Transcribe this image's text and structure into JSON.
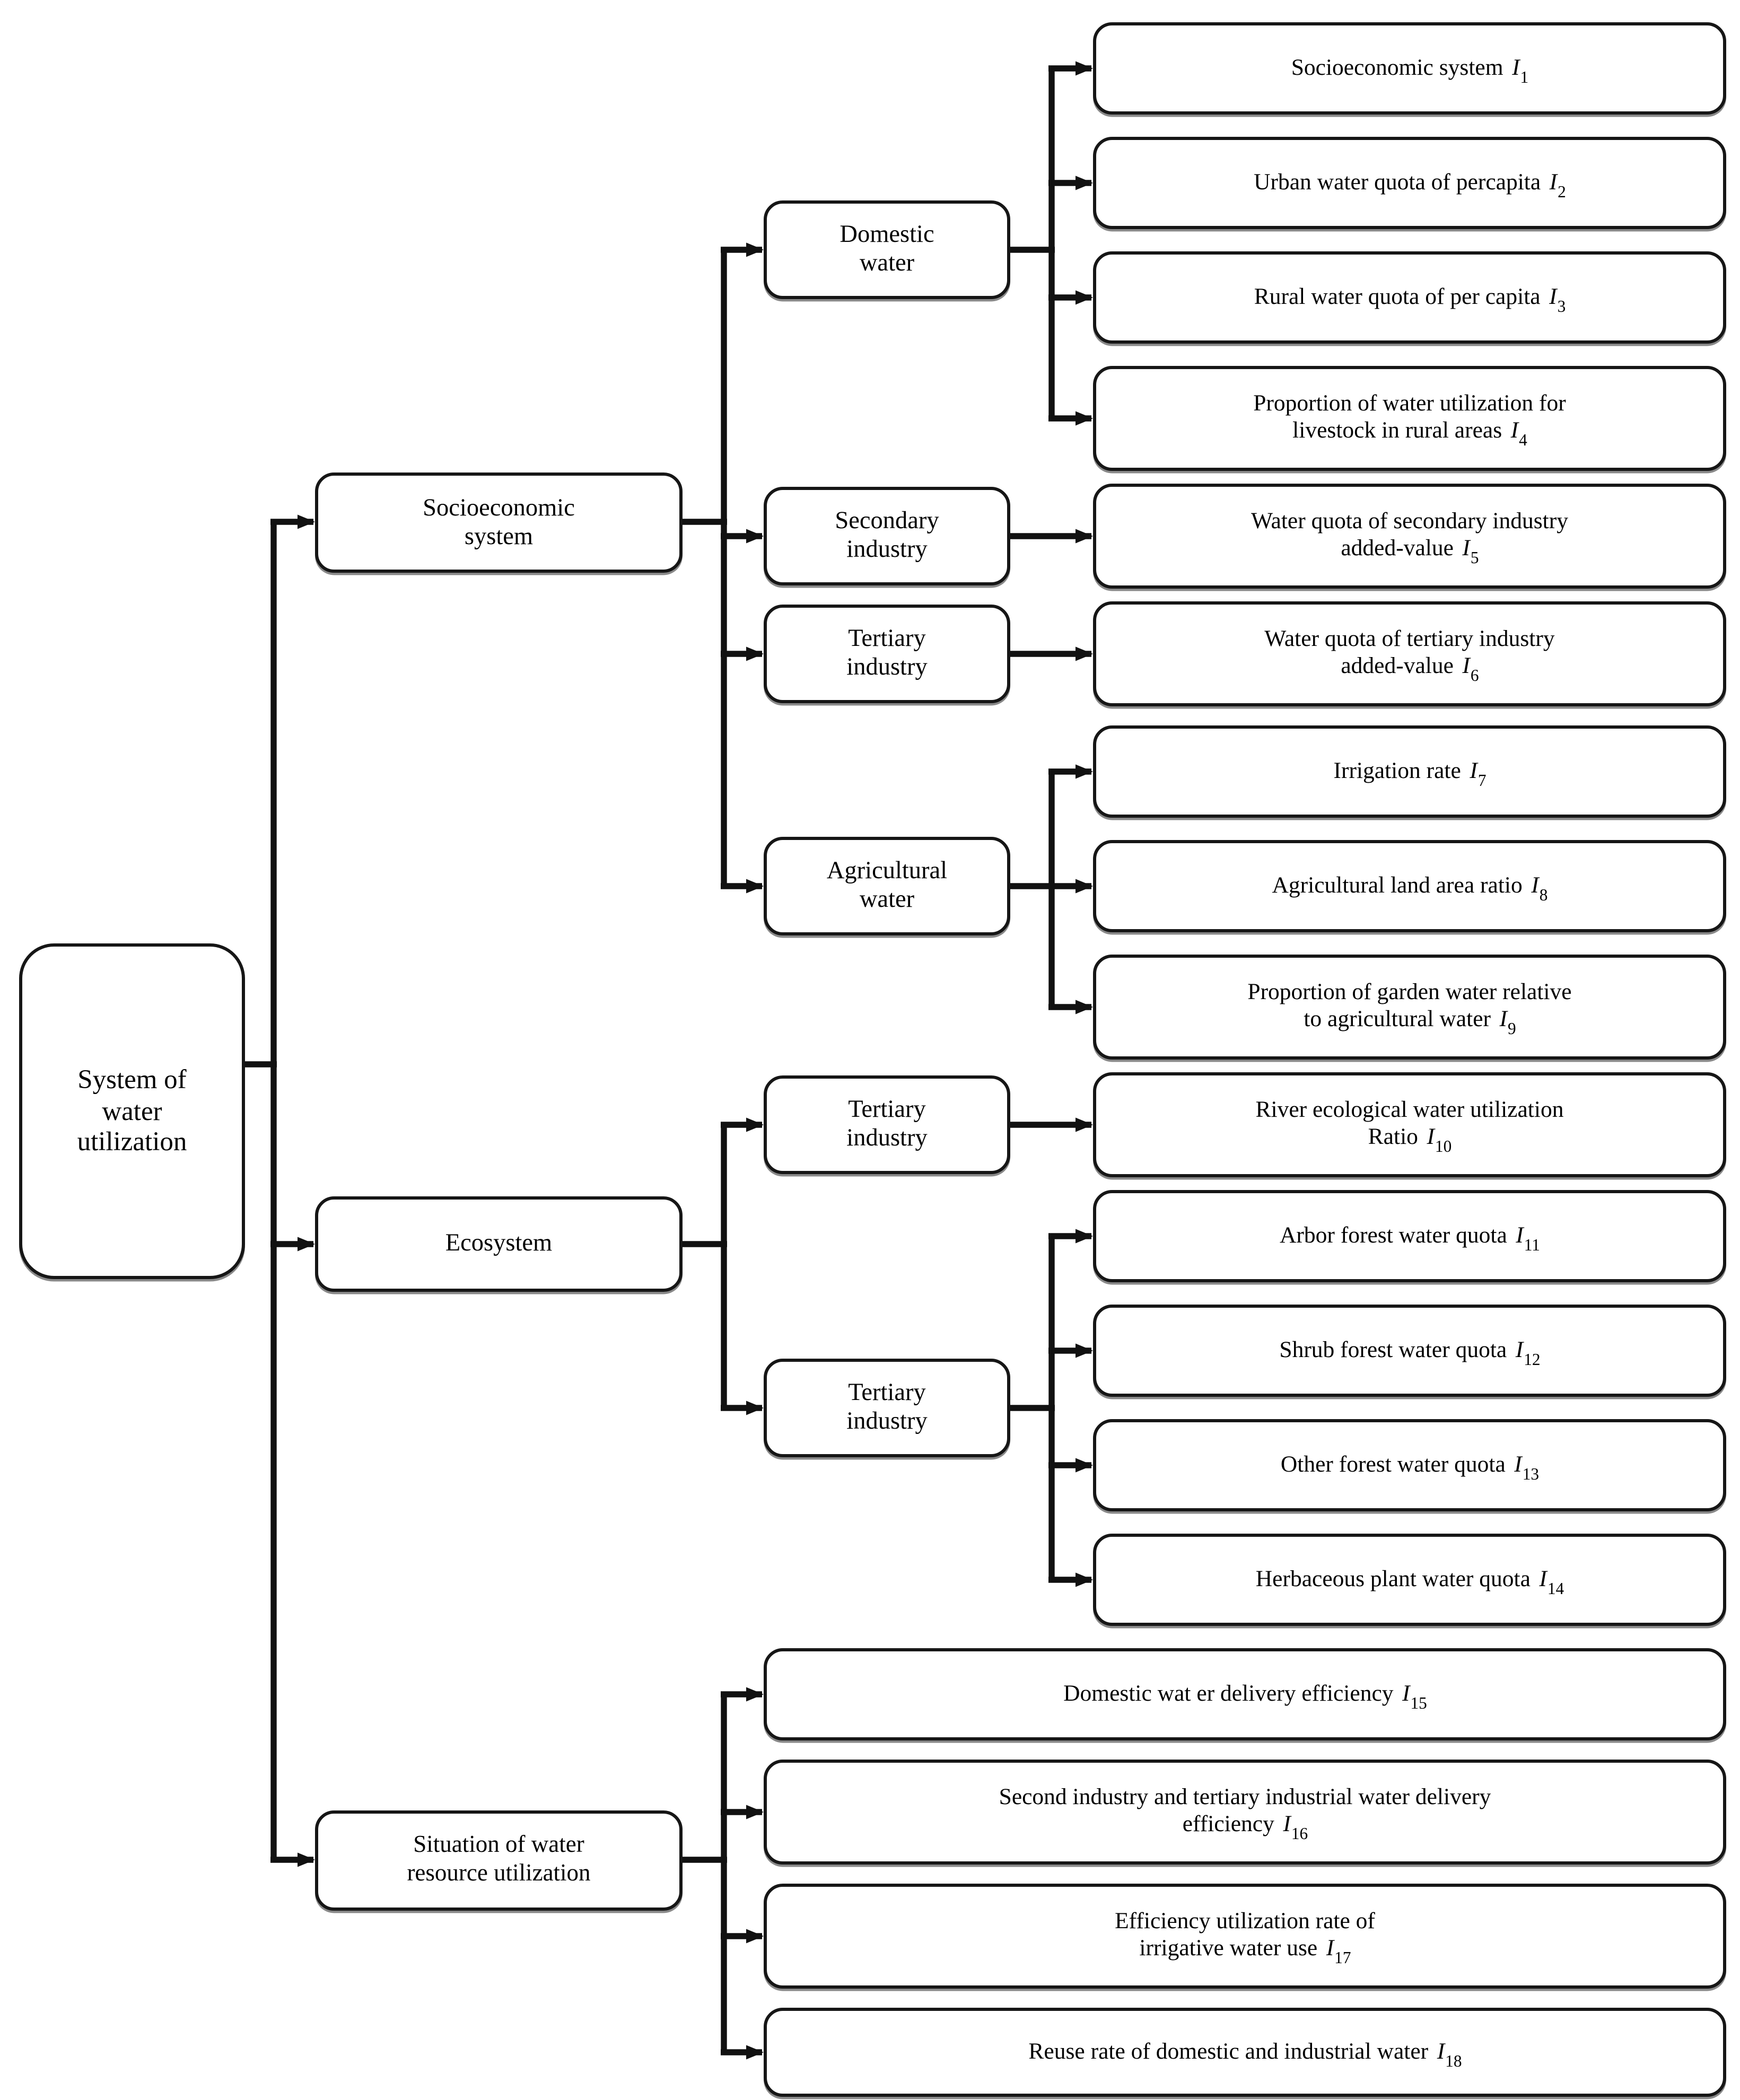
{
  "figure": {
    "background_color": "#ffffff",
    "line_color": "#111111",
    "box_border_color": "#161616",
    "root": {
      "id": "root",
      "lines": [
        "System of",
        "water",
        "utilization"
      ]
    },
    "level2": [
      {
        "id": "socioeconomic-system",
        "lines": [
          "Socioeconomic",
          "system"
        ]
      },
      {
        "id": "ecosystem",
        "lines": [
          "Ecosystem"
        ]
      },
      {
        "id": "situation",
        "lines": [
          "Situation of water",
          "resource utilization"
        ]
      }
    ],
    "categories": [
      {
        "id": "domestic-water",
        "lines": [
          "Domestic",
          "water"
        ]
      },
      {
        "id": "secondary-industry",
        "lines": [
          "Secondary",
          "industry"
        ]
      },
      {
        "id": "tertiary-industry",
        "lines": [
          "Tertiary",
          "industry"
        ]
      },
      {
        "id": "agricultural-water",
        "lines": [
          "Agricultural",
          "water"
        ]
      },
      {
        "id": "eco-tertiary-industry-1",
        "lines": [
          "Tertiary",
          "industry"
        ]
      },
      {
        "id": "eco-tertiary-industry-2",
        "lines": [
          "Tertiary",
          "industry"
        ]
      }
    ],
    "indicators": [
      {
        "id": "i1",
        "lines": [
          "Socioeconomic system"
        ],
        "var": "I",
        "sub": "1"
      },
      {
        "id": "i2",
        "lines": [
          "Urban water quota of percapita"
        ],
        "var": "I",
        "sub": "2"
      },
      {
        "id": "i3",
        "lines": [
          "Rural water quota of per capita"
        ],
        "var": "I",
        "sub": "3"
      },
      {
        "id": "i4",
        "lines": [
          "Proportion of water utilization for",
          "livestock in rural areas"
        ],
        "var": "I",
        "sub": "4"
      },
      {
        "id": "i5",
        "lines": [
          "Water quota of secondary industry",
          "added-value"
        ],
        "var": "I",
        "sub": "5"
      },
      {
        "id": "i6",
        "lines": [
          "Water quota of tertiary industry",
          "added-value"
        ],
        "var": "I",
        "sub": "6"
      },
      {
        "id": "i7",
        "lines": [
          "Irrigation rate"
        ],
        "var": "I",
        "sub": "7"
      },
      {
        "id": "i8",
        "lines": [
          "Agricultural land area ratio"
        ],
        "var": "I",
        "sub": "8"
      },
      {
        "id": "i9",
        "lines": [
          "Proportion of garden water relative",
          "to agricultural water"
        ],
        "var": "I",
        "sub": "9"
      },
      {
        "id": "i10",
        "lines": [
          "River ecological water utilization",
          "Ratio"
        ],
        "var": "I",
        "sub": "10"
      },
      {
        "id": "i11",
        "lines": [
          "Arbor forest water quota"
        ],
        "var": "I",
        "sub": "11"
      },
      {
        "id": "i12",
        "lines": [
          "Shrub forest water quota"
        ],
        "var": "I",
        "sub": "12"
      },
      {
        "id": "i13",
        "lines": [
          "Other forest water quota"
        ],
        "var": "I",
        "sub": "13"
      },
      {
        "id": "i14",
        "lines": [
          "Herbaceous plant water quota"
        ],
        "var": "I",
        "sub": "14"
      },
      {
        "id": "i15",
        "lines": [
          "Domestic wat er delivery efficiency"
        ],
        "var": "I",
        "sub": "15"
      },
      {
        "id": "i16",
        "lines": [
          "Second industry and tertiary industrial water delivery",
          "efficiency"
        ],
        "var": "I",
        "sub": "16"
      },
      {
        "id": "i17",
        "lines": [
          "Efficiency utilization rate of",
          "irrigative water use"
        ],
        "var": "I",
        "sub": "17"
      },
      {
        "id": "i18",
        "lines": [
          "Reuse rate of domestic and industrial water"
        ],
        "var": "I",
        "sub": "18"
      }
    ]
  }
}
